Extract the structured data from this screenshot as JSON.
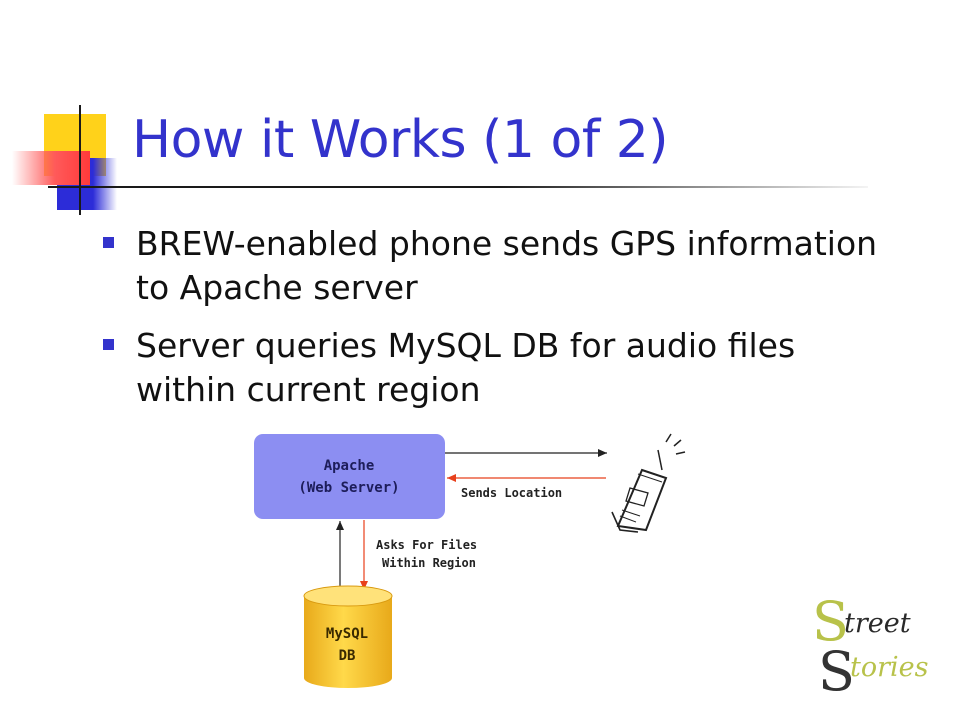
{
  "slide": {
    "title": "How it Works (1 of 2)",
    "bullets": [
      "BREW-enabled phone sends GPS information to Apache server",
      "Server queries MySQL DB for audio files within current region"
    ]
  },
  "diagram": {
    "server_line1": "Apache",
    "server_line2": "(Web Server)",
    "db_line1": "MySQL",
    "db_line2": "DB",
    "sends_location": "Sends Location",
    "asks_line1": "Asks For Files",
    "asks_line2": "Within Region"
  },
  "logo": {
    "text": "Street Stories",
    "line1_cap": "S",
    "line1_rest": "treet",
    "line2_cap": "S",
    "line2_rest": "tories"
  },
  "colors": {
    "title": "#3333cc",
    "bullet": "#3333cc",
    "server_box": "#8c8ef2",
    "db_cylinder": "#f5c530",
    "arrow_red": "#e8401c",
    "logo_green": "#b8c24a"
  }
}
